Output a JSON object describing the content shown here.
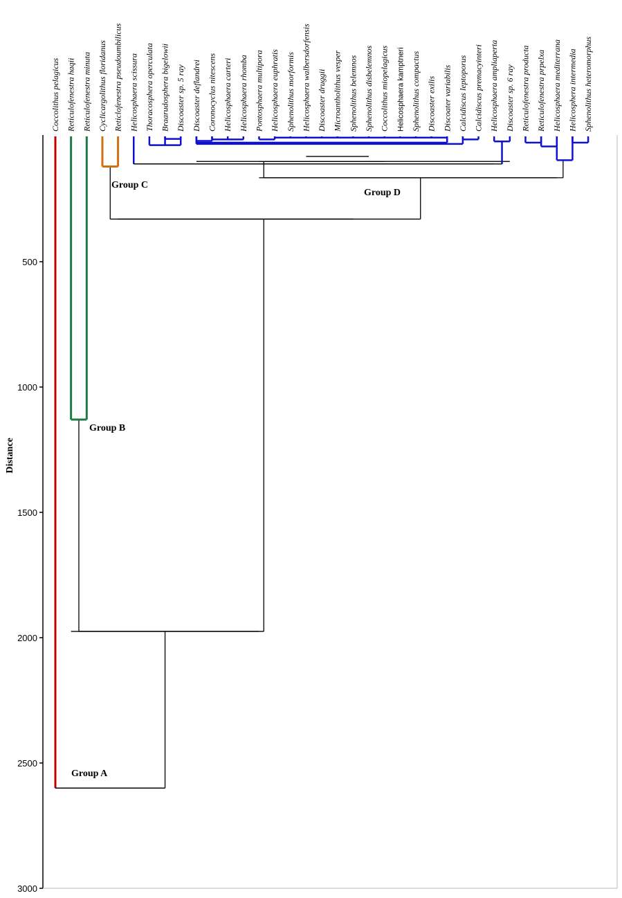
{
  "chart_data": {
    "type": "dendrogram",
    "ylabel": "Distance",
    "ylim": [
      0,
      3000
    ],
    "ticks": [
      {
        "value": 500,
        "label": "500"
      },
      {
        "value": 1000,
        "label": "1000"
      },
      {
        "value": 1500,
        "label": "1500"
      },
      {
        "value": 2000,
        "label": "2000"
      },
      {
        "value": 2500,
        "label": "2500"
      },
      {
        "value": 3000,
        "label": "3000"
      }
    ],
    "leaves": [
      {
        "name": "Coccolithus pelagicus",
        "italic": true
      },
      {
        "name": "Reticulofenestra haqii",
        "italic": true
      },
      {
        "name": "Reticulofenestra minuta",
        "italic": true
      },
      {
        "name": "Cyclicargolithus floridanus",
        "italic": true
      },
      {
        "name": "Reticlofenestra pseudoumbilicus",
        "italic": true
      },
      {
        "name": "Helicosphaera scissura",
        "italic": true
      },
      {
        "name": "Thoracosphera operculata",
        "italic": true
      },
      {
        "name": "Braarudosphera bigelowii",
        "italic": true
      },
      {
        "name": "Discoaster sp. 5 ray",
        "italic": true
      },
      {
        "name": "Discoaster deflandrei",
        "italic": true
      },
      {
        "name": "Coronocyclus nitescens",
        "italic": true
      },
      {
        "name": "Helicosphaera carteri",
        "italic": true
      },
      {
        "name": "Helicosphaera rhomba",
        "italic": true
      },
      {
        "name": "Pontosphaera multipora",
        "italic": true
      },
      {
        "name": "Helicosphaera euphratis",
        "italic": true
      },
      {
        "name": "Sphenolithus morformis",
        "italic": true
      },
      {
        "name": "Helicosphaera walbersdorfensis",
        "italic": true
      },
      {
        "name": "Discoaster druggii",
        "italic": true
      },
      {
        "name": "Microantholithus vesper",
        "italic": true
      },
      {
        "name": "Sphenolithus belemnos",
        "italic": true
      },
      {
        "name": "Sphenolithus disbelemnos",
        "italic": true
      },
      {
        "name": "Coccolithus miopelagicus",
        "italic": true
      },
      {
        "name": "Helicosphaera kamptneri",
        "italic": false
      },
      {
        "name": "Sphenolithus compactus",
        "italic": true
      },
      {
        "name": "Discoaster exilis",
        "italic": true
      },
      {
        "name": "Discoater variabilis",
        "italic": true
      },
      {
        "name": "Calcidiscus leptoporus",
        "italic": true
      },
      {
        "name": "Calcidiscus premacyinteri",
        "italic": true
      },
      {
        "name": "Helicosphaera ampliaperta",
        "italic": true
      },
      {
        "name": "Discoaster sp. 6 ray",
        "italic": true
      },
      {
        "name": "Reticulofenestra producta",
        "italic": true
      },
      {
        "name": "Reticulofenestra prpelxa",
        "italic": true
      },
      {
        "name": "Helicosphaera mediterrana",
        "italic": true
      },
      {
        "name": "Helicosphera intermedia",
        "italic": true
      },
      {
        "name": "Sphenolithus heteromorphus",
        "italic": true
      }
    ],
    "groups": [
      {
        "label": "Group A",
        "color": "#c00000"
      },
      {
        "label": "Group B",
        "color": "#1e7a46"
      },
      {
        "label": "Group C",
        "color": "#d07010"
      },
      {
        "label": "Group D",
        "color": "#1010d0"
      }
    ],
    "links": [
      {
        "children": [
          7,
          8
        ],
        "height": 10,
        "group": 3
      },
      {
        "children": [
          6,
          7,
          8
        ],
        "height": 35,
        "group": 3
      },
      {
        "children": [
          10,
          11,
          12
        ],
        "height": 12,
        "group": 3
      },
      {
        "children": [
          9,
          10
        ],
        "height": 18,
        "group": 3
      },
      {
        "children": [
          14,
          15,
          16,
          17,
          18,
          19,
          20,
          21,
          22,
          23,
          24,
          25
        ],
        "height": 5,
        "group": 3
      },
      {
        "children": [
          13,
          14
        ],
        "height": 12,
        "group": 3
      },
      {
        "children": [
          9,
          25
        ],
        "height": 25,
        "group": 3
      },
      {
        "children": [
          26,
          27
        ],
        "height": 12,
        "group": 3
      },
      {
        "children": [
          9,
          26
        ],
        "height": 30,
        "group": 3
      },
      {
        "children": [
          28,
          29
        ],
        "height": 20,
        "group": 3
      },
      {
        "children": [
          30,
          31
        ],
        "height": 25,
        "group": 3
      },
      {
        "children": [
          33,
          34
        ],
        "height": 25,
        "group": 3
      },
      {
        "children": [
          31,
          32
        ],
        "height": 40,
        "group": 3
      },
      {
        "children": [
          32,
          33
        ],
        "height": 95,
        "group": 3
      },
      {
        "children": [
          3,
          4
        ],
        "height": 120,
        "group": 2
      },
      {
        "children": [
          1,
          2
        ],
        "height": 1130,
        "group": 1
      }
    ],
    "black_links": [
      {
        "children": [
          5,
          28
        ],
        "height": 110
      },
      {
        "children": [
          16,
          20
        ],
        "height": 80
      },
      {
        "children": [
          9,
          29
        ],
        "height": 100
      },
      {
        "children": [
          13,
          21
        ],
        "height": 100
      },
      {
        "children": [
          13,
          32
        ],
        "height": 165
      },
      {
        "children": [
          4,
          19
        ],
        "height": 330
      },
      {
        "children": [
          1,
          13
        ],
        "height": 1975
      },
      {
        "children": [
          0,
          7
        ],
        "height": 2600
      }
    ]
  }
}
